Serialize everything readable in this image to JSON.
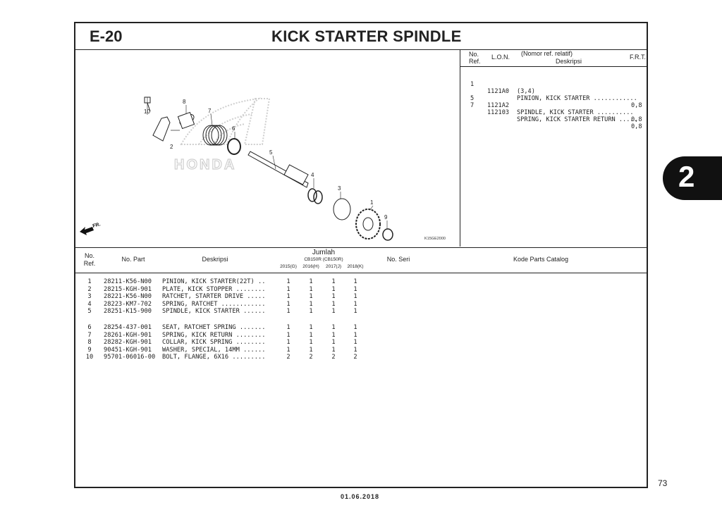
{
  "header": {
    "section_code": "E-20",
    "title": "KICK STARTER SPINDLE"
  },
  "ref_table": {
    "headers": {
      "no": "No.",
      "ref": "Ref.",
      "lon": "L.O.N.",
      "nomor": "(Nomor ref. relatif)",
      "deskripsi": "Deskripsi",
      "frt": "F.R.T."
    },
    "rows": [
      {
        "no": "1",
        "lon": "",
        "desc": "(3,4)",
        "frt": ""
      },
      {
        "no": "",
        "lon": "1121A0",
        "desc": "PINION, KICK STARTER ............",
        "frt": "0,8"
      },
      {
        "no": "5",
        "lon": "1121A2",
        "desc": "SPINDLE, KICK STARTER ..........",
        "frt": "0,8"
      },
      {
        "no": "7",
        "lon": "112103",
        "desc": "SPRING, KICK STARTER RETURN .....",
        "frt": "0,8"
      }
    ]
  },
  "diagram": {
    "callouts": [
      "1",
      "2",
      "3",
      "4",
      "5",
      "6",
      "7",
      "8",
      "9",
      "10"
    ],
    "watermark": "HONDA",
    "fr_label": "FR.",
    "code": "K15GE2000"
  },
  "parts_table": {
    "headers": {
      "no": "No.",
      "ref": "Ref.",
      "part": "No. Part",
      "desc": "Deskripsi",
      "jumlah": "Jumlah",
      "model": "CB150R (CB150R)",
      "years": [
        "2015(G)",
        "2016(H)",
        "2017(J)",
        "2018(K)"
      ],
      "seri": "No. Seri",
      "catalog": "Kode Parts Catalog"
    },
    "rows": [
      {
        "no": "1",
        "part": "28211-K56-N00",
        "desc": "PINION, KICK STARTER(22T) ..",
        "q": [
          "1",
          "1",
          "1",
          "1"
        ]
      },
      {
        "no": "2",
        "part": "28215-KGH-901",
        "desc": "PLATE, KICK STOPPER ........",
        "q": [
          "1",
          "1",
          "1",
          "1"
        ]
      },
      {
        "no": "3",
        "part": "28221-K56-N00",
        "desc": "RATCHET, STARTER DRIVE .....",
        "q": [
          "1",
          "1",
          "1",
          "1"
        ]
      },
      {
        "no": "4",
        "part": "28223-KM7-702",
        "desc": "SPRING, RATCHET ............",
        "q": [
          "1",
          "1",
          "1",
          "1"
        ]
      },
      {
        "no": "5",
        "part": "28251-K15-900",
        "desc": "SPINDLE, KICK STARTER ......",
        "q": [
          "1",
          "1",
          "1",
          "1"
        ]
      },
      {
        "no": "6",
        "part": "28254-437-001",
        "desc": "SEAT, RATCHET SPRING .......",
        "q": [
          "1",
          "1",
          "1",
          "1"
        ]
      },
      {
        "no": "7",
        "part": "28261-KGH-901",
        "desc": "SPRING, KICK RETURN ........",
        "q": [
          "1",
          "1",
          "1",
          "1"
        ]
      },
      {
        "no": "8",
        "part": "28282-KGH-901",
        "desc": "COLLAR, KICK SPRING ........",
        "q": [
          "1",
          "1",
          "1",
          "1"
        ]
      },
      {
        "no": "9",
        "part": "90451-KGH-901",
        "desc": "WASHER, SPECIAL, 14MM ......",
        "q": [
          "1",
          "1",
          "1",
          "1"
        ]
      },
      {
        "no": "10",
        "part": "95701-06016-00",
        "desc": "BOLT, FLANGE, 6X16 .........",
        "q": [
          "2",
          "2",
          "2",
          "2"
        ]
      }
    ]
  },
  "side_tab": "2",
  "page_number": "73",
  "footer_date": "01.06.2018"
}
